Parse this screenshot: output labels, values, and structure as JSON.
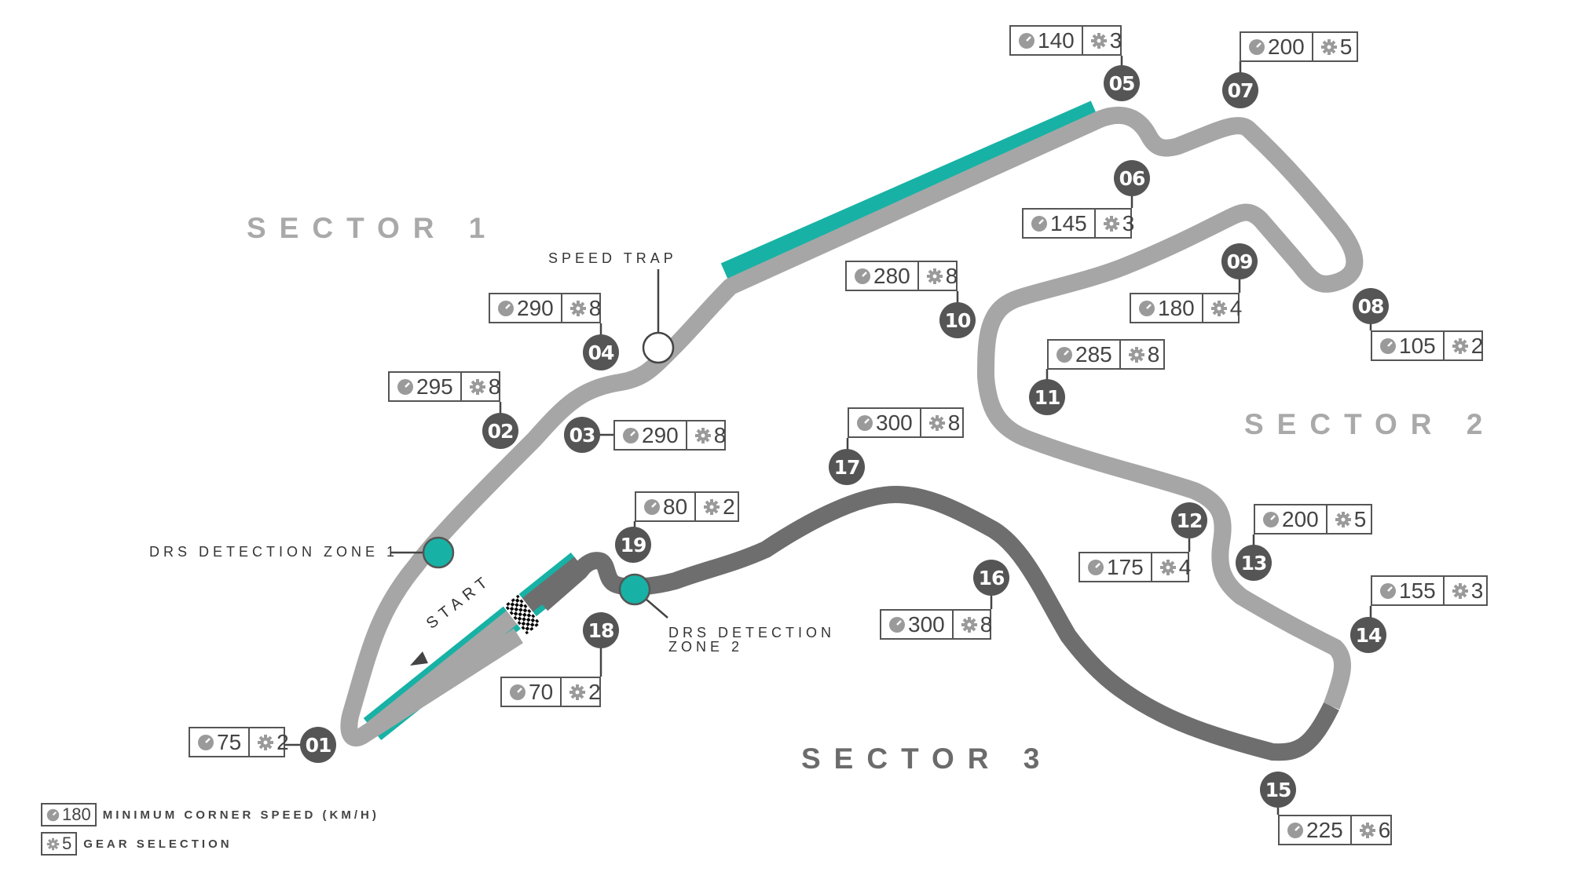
{
  "title": "Circuit map with corner speeds and gear selection",
  "colors": {
    "track_sector1_2": "#a6a6a6",
    "track_sector3": "#6e6e6e",
    "drs_zone": "#17b2a5",
    "badge": "#555555",
    "sector_label_light": "#a9a9a9",
    "sector_label_dark": "#6b6b6b"
  },
  "sectors": [
    {
      "label": "SECTOR 1"
    },
    {
      "label": "SECTOR 2"
    },
    {
      "label": "SECTOR 3"
    }
  ],
  "annotations": {
    "speed_trap": "SPEED TRAP",
    "drs_zone_1": "DRS DETECTION ZONE 1",
    "drs_zone_2_line1": "DRS DETECTION",
    "drs_zone_2_line2": "ZONE 2",
    "start": "START"
  },
  "corners": [
    {
      "number": "01",
      "speed": "75",
      "gear": "2"
    },
    {
      "number": "02",
      "speed": "295",
      "gear": "8"
    },
    {
      "number": "03",
      "speed": "290",
      "gear": "8"
    },
    {
      "number": "04",
      "speed": "290",
      "gear": "8"
    },
    {
      "number": "05",
      "speed": "140",
      "gear": "3"
    },
    {
      "number": "06",
      "speed": "145",
      "gear": "3"
    },
    {
      "number": "07",
      "speed": "200",
      "gear": "5"
    },
    {
      "number": "08",
      "speed": "105",
      "gear": "2"
    },
    {
      "number": "09",
      "speed": "180",
      "gear": "4"
    },
    {
      "number": "10",
      "speed": "280",
      "gear": "8"
    },
    {
      "number": "11",
      "speed": "285",
      "gear": "8"
    },
    {
      "number": "12",
      "speed": "175",
      "gear": "4"
    },
    {
      "number": "13",
      "speed": "200",
      "gear": "5"
    },
    {
      "number": "14",
      "speed": "155",
      "gear": "3"
    },
    {
      "number": "15",
      "speed": "225",
      "gear": "6"
    },
    {
      "number": "16",
      "speed": "300",
      "gear": "8"
    },
    {
      "number": "17",
      "speed": "300",
      "gear": "8"
    },
    {
      "number": "18",
      "speed": "70",
      "gear": "2"
    },
    {
      "number": "19",
      "speed": "80",
      "gear": "2"
    }
  ],
  "legend": {
    "speed_example": "180",
    "speed_label": "MINIMUM CORNER SPEED (KM/H)",
    "gear_example": "5",
    "gear_label": "GEAR SELECTION"
  },
  "icons": {
    "speed": "speedometer-icon",
    "gear": "gear-icon"
  }
}
